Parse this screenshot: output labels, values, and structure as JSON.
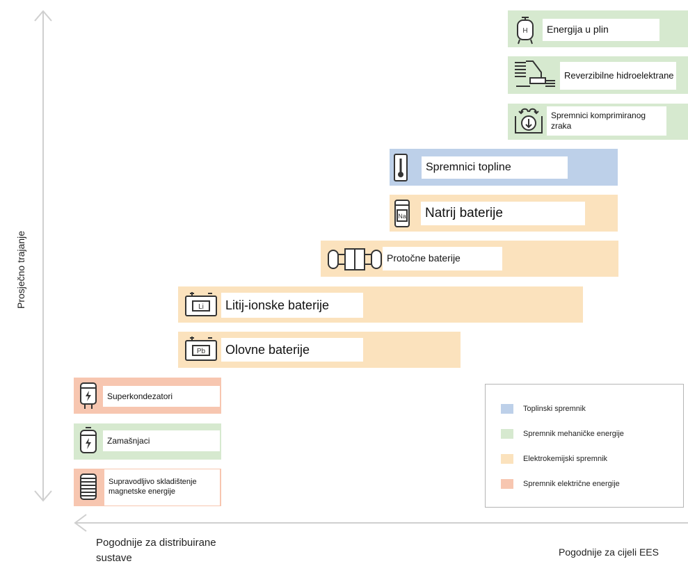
{
  "axes": {
    "y_label": "Prosječno trajanje",
    "x_label_left": "Pogodnije za distribuirane sustave",
    "x_label_right": "Pogodnije za cijeli EES"
  },
  "colors": {
    "thermal": "#bdd0e9",
    "mechanical": "#d6e9cf",
    "electrochemical": "#fbe2bd",
    "electrical": "#f7c6b0"
  },
  "technologies": {
    "power_to_gas": {
      "label": "Energija u plin",
      "icon": "hydrogen-tank-icon",
      "category": "mechanical"
    },
    "pumped_hydro": {
      "label": "Reverzibilne hidroelektrane",
      "icon": "hydro-plant-icon",
      "category": "mechanical"
    },
    "compressed_air": {
      "label": "Spremnici komprimiranog zraka",
      "icon": "compressed-air-icon",
      "category": "mechanical"
    },
    "thermal_storage": {
      "label": "Spremnici topline",
      "icon": "thermometer-icon",
      "category": "thermal"
    },
    "sodium_batteries": {
      "label": "Natrij baterije",
      "icon": "sodium-battery-icon",
      "category": "electrochemical"
    },
    "flow_batteries": {
      "label": "Protočne baterije",
      "icon": "flow-battery-icon",
      "category": "electrochemical"
    },
    "li_ion_batteries": {
      "label": "Litij-ionske baterije",
      "icon": "li-battery-icon",
      "category": "electrochemical"
    },
    "lead_batteries": {
      "label": "Olovne baterije",
      "icon": "pb-battery-icon",
      "category": "electrochemical"
    },
    "supercapacitors": {
      "label": "Superkondezatori",
      "icon": "supercapacitor-icon",
      "category": "electrical"
    },
    "flywheels": {
      "label": "Zamašnjaci",
      "icon": "flywheel-icon",
      "category": "mechanical"
    },
    "smes": {
      "label": "Supravodljivo skladištenje magnetske energije",
      "icon": "coil-icon",
      "category": "electrical"
    }
  },
  "legend": [
    {
      "label": "Toplinski spremnik",
      "color": "#bdd0e9"
    },
    {
      "label": "Spremnik mehaničke energije",
      "color": "#d6e9cf"
    },
    {
      "label": "Elektrokemijski spremnik",
      "color": "#fbe2bd"
    },
    {
      "label": "Spremnik električne energije",
      "color": "#f7c6b0"
    }
  ],
  "icon_text": {
    "h2": "H",
    "na": "Na",
    "li": "Li",
    "pb": "Pb"
  }
}
